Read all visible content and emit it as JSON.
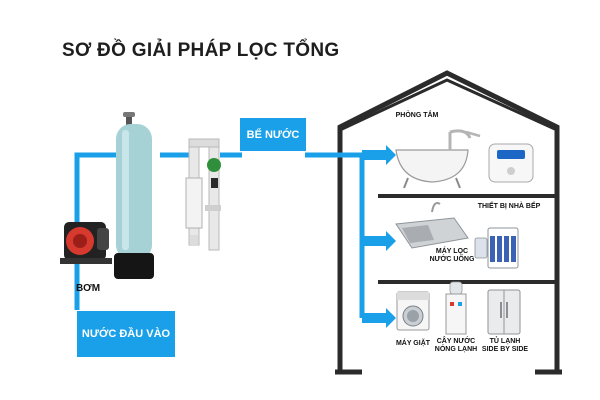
{
  "title": "SƠ ĐỒ GIẢI PHÁP LỌC TỔNG",
  "labels": {
    "pump": "BƠM",
    "water_input": "NƯỚC ĐẦU VÀO",
    "water_tank": "BỂ NƯỚC",
    "bathroom": "PHÒNG TẮM",
    "kitchen": "THIẾT BỊ NHÀ BẾP",
    "ro_line1": "MÁY LỌC",
    "ro_line2": "NƯỚC UỐNG",
    "washer": "MÁY GIẶT",
    "dispenser_line1": "CÂY NƯỚC",
    "dispenser_line2": "NÓNG LẠNH",
    "fridge_line1": "TỦ LẠNH",
    "fridge_line2": "SIDE BY SIDE"
  },
  "colors": {
    "pipe": "#1aa0e8",
    "house": "#2b2b2b",
    "label_bg": "#1aa0e8"
  },
  "icons": [
    "pump-icon",
    "filter-tank-icon",
    "valve-assembly-icon",
    "bathtub-icon",
    "faucet-icon",
    "water-heater-icon",
    "kitchen-sink-icon",
    "ro-filter-icon",
    "washing-machine-icon",
    "water-dispenser-icon",
    "fridge-icon"
  ]
}
